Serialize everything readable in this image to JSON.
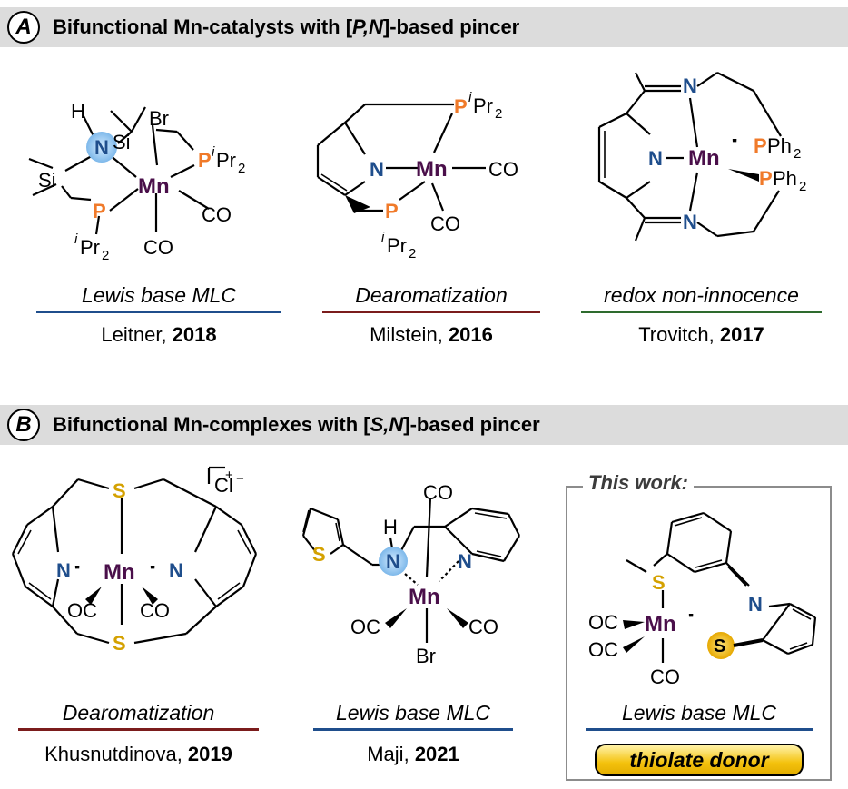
{
  "panelA": {
    "letter": "A",
    "title_pre": "Bifunctional Mn-catalysts with [",
    "title_italic": "P,N",
    "title_post": "]-based pincer"
  },
  "panelB": {
    "letter": "B",
    "title_pre": "Bifunctional Mn-complexes with [",
    "title_italic": "S,N",
    "title_post": "]-based pincer"
  },
  "complexes": [
    {
      "mechanism": "Lewis base MLC",
      "author": "Leitner",
      "year": "2018",
      "underline_color": "#1f4e8c"
    },
    {
      "mechanism": "Dearomatization",
      "author": "Milstein",
      "year": "2016",
      "underline_color": "#7b1c1c"
    },
    {
      "mechanism": "redox non-innocence",
      "author": "Trovitch",
      "year": "2017",
      "underline_color": "#2e6b2e"
    },
    {
      "mechanism": "Dearomatization",
      "author": "Khusnutdinova",
      "year": "2019",
      "underline_color": "#7b1c1c"
    },
    {
      "mechanism": "Lewis base MLC",
      "author": "Maji",
      "year": "2021",
      "underline_color": "#1f4e8c"
    },
    {
      "mechanism": "Lewis base MLC",
      "badge": "thiolate donor",
      "underline_color": "#1f4e8c"
    }
  ],
  "this_work_label": "This work:",
  "atoms": {
    "mn": "Mn",
    "n": "N",
    "h": "H",
    "p": "P",
    "s": "S",
    "si": "Si",
    "br": "Br",
    "co": "CO",
    "oc": "OC",
    "ipr": "i",
    "pr2": "Pr",
    "two": "2",
    "pph": "PPh",
    "plus": "+",
    "minus": "−",
    "cl": "Cl"
  },
  "colors": {
    "mn": "#4a0f4a",
    "n": "#1f4e8c",
    "p": "#f07a2a",
    "s": "#d4a100",
    "blue_glow": "#8ec5f0",
    "gold_glow": "#f4c20d"
  }
}
